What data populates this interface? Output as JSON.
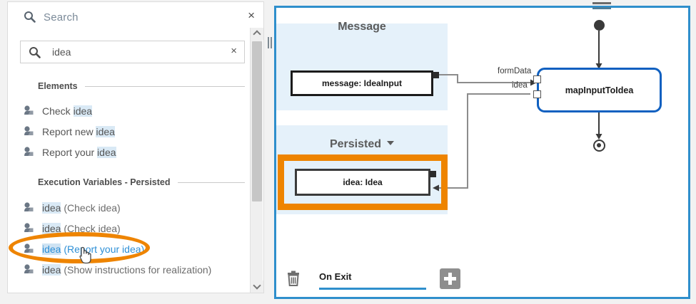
{
  "search_panel": {
    "header_title": "Search",
    "header_icon": "search-icon",
    "close_label": "×",
    "input": {
      "value": "idea",
      "placeholder": "Search",
      "clear_label": "×",
      "icon": "search-icon"
    },
    "groups": [
      {
        "title": "Elements",
        "items": [
          {
            "icon": "user-task-icon",
            "prefix": "Check ",
            "highlight": "idea",
            "suffix": "",
            "hovered": false
          },
          {
            "icon": "user-task-icon",
            "prefix": "Report new ",
            "highlight": "idea",
            "suffix": "",
            "hovered": false
          },
          {
            "icon": "user-task-icon",
            "prefix": "Report your ",
            "highlight": "idea",
            "suffix": "",
            "hovered": false
          }
        ]
      },
      {
        "title": "Execution Variables - Persisted",
        "items": [
          {
            "icon": "user-task-icon",
            "prefix": "",
            "highlight": "idea",
            "suffix": " (Check idea)",
            "hovered": false
          },
          {
            "icon": "user-task-icon",
            "prefix": "",
            "highlight": "idea",
            "suffix": " (Check idea)",
            "hovered": false
          },
          {
            "icon": "user-task-icon",
            "prefix": "",
            "highlight": "idea",
            "suffix": " (Report your idea)",
            "hovered": true
          },
          {
            "icon": "user-task-icon",
            "prefix": "",
            "highlight": "idea",
            "suffix": " (Show instructions for realization)",
            "hovered": false
          }
        ]
      }
    ],
    "scrollbar": {
      "up_icon": "chevron-up-icon",
      "down_icon": "chevron-down-icon"
    }
  },
  "diagram_panel": {
    "bands": [
      {
        "title": "Message",
        "has_chevron": false
      },
      {
        "title": "Persisted",
        "has_chevron": true
      }
    ],
    "data_objects": [
      {
        "label": "message: IdeaInput",
        "selected": false
      },
      {
        "label": "idea: Idea",
        "selected": true
      }
    ],
    "activity": {
      "label": "mapInputToIdea"
    },
    "edge_labels": [
      "formData",
      "idea"
    ],
    "nodes": {
      "start": "start-event",
      "end": "end-event"
    },
    "bottom_bar": {
      "trash_icon": "trash-icon",
      "tabs": [
        {
          "label": "On Exit",
          "active": true
        }
      ],
      "add_label": "+"
    }
  },
  "annotations": {
    "ellipse_color": "#ee8400",
    "selection_color": "#ee8400",
    "cursor": "pointer-hand-cursor"
  },
  "colors": {
    "panel_border_blue": "#2f8fcc",
    "node_blue": "#1060c0",
    "band_blue": "#e5f1fa",
    "highlight_blue": "#d9e9f5",
    "hover_text_blue": "#2d8fd6",
    "accent_orange": "#ee8400"
  }
}
